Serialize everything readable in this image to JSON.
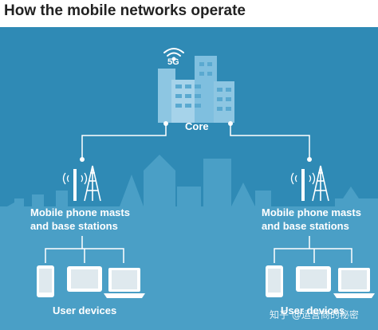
{
  "title": "How the mobile networks operate",
  "core": {
    "label": "Core",
    "badge": "5G"
  },
  "masts_left": {
    "line1": "Mobile phone masts",
    "line2": "and base stations"
  },
  "masts_right": {
    "line1": "Mobile phone masts",
    "line2": "and base stations"
  },
  "devices_left": {
    "label": "User devices"
  },
  "devices_right": {
    "label": "User devices"
  },
  "watermark": "知乎 @运营商的秘密",
  "colors": {
    "background": "#2f8ab5",
    "skyline": "#4a9fc6",
    "building": "#7fbfdf",
    "line": "#ffffff",
    "title_text": "#222222"
  },
  "icons": [
    "wifi-icon",
    "building-icon",
    "mast-tower-icon",
    "signal-icon",
    "phone-icon",
    "tablet-icon",
    "laptop-icon"
  ]
}
